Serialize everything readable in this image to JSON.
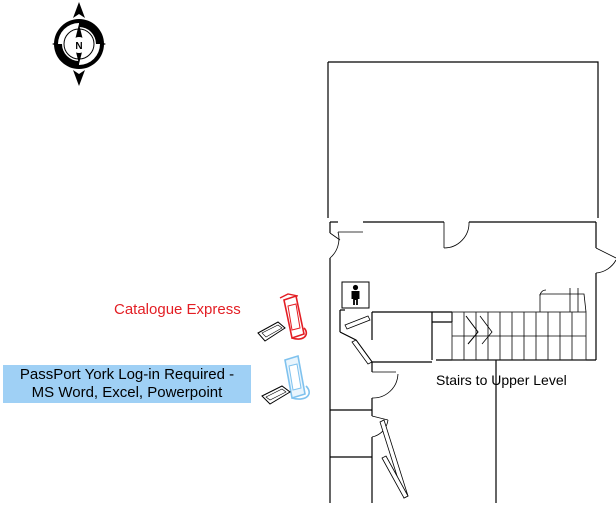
{
  "compass": {
    "north_letter": "N",
    "icon": "compass-rose-icon"
  },
  "labels": {
    "catalogue_express": "Catalogue Express",
    "passport_line1": "PassPort York Log-in Required -",
    "passport_line2": "MS Word, Excel, Powerpoint",
    "stairs": "Stairs to Upper Level"
  },
  "icons": {
    "restroom": "person-restroom-icon",
    "catalogue_terminal": "computer-terminal-icon",
    "passport_terminal": "computer-terminal-icon"
  },
  "colors": {
    "catalogue_express": "#e31e24",
    "passport_bg": "#9fd0f5",
    "passport_terminal": "#7fc2ee",
    "walls": "#000000"
  }
}
